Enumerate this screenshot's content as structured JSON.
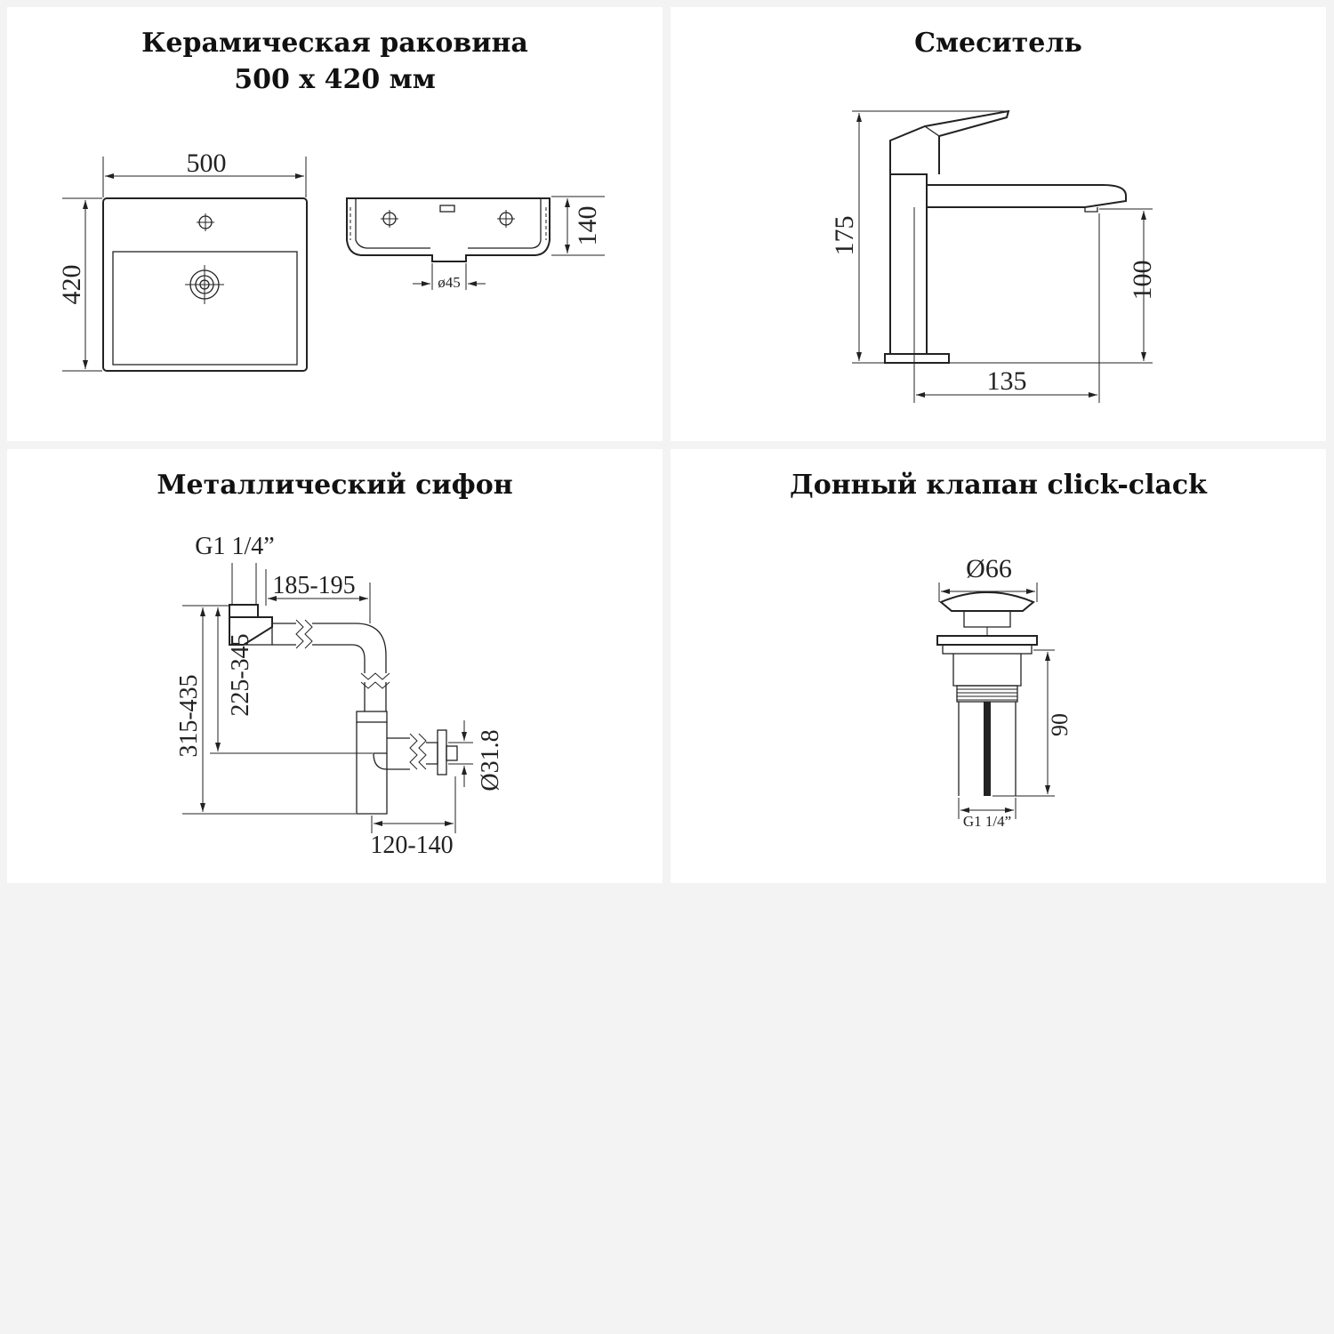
{
  "panels": {
    "sink": {
      "title_line1": "Керамическая раковина",
      "title_line2": "500 х 420 мм",
      "dim_width": "500",
      "dim_depth": "420",
      "dim_height": "140",
      "dim_drain": "ø45"
    },
    "faucet": {
      "title": "Смеситель",
      "dim_height": "175",
      "dim_spout_height": "100",
      "dim_reach": "135"
    },
    "siphon": {
      "title": "Металлический сифон",
      "thread": "G1 1/4”",
      "dim_length": "185-195",
      "dim_total_height": "315-435",
      "dim_outlet_height": "225-345",
      "dim_outlet_diameter": "Ø31.8",
      "dim_outlet_reach": "120-140"
    },
    "valve": {
      "title": "Донный клапан click-clack",
      "dim_diameter": "Ø66",
      "dim_height": "90",
      "thread": "G1 1/4”"
    }
  },
  "colors": {
    "background": "#f3f3f3",
    "panel": "#ffffff",
    "ink": "#222222"
  }
}
